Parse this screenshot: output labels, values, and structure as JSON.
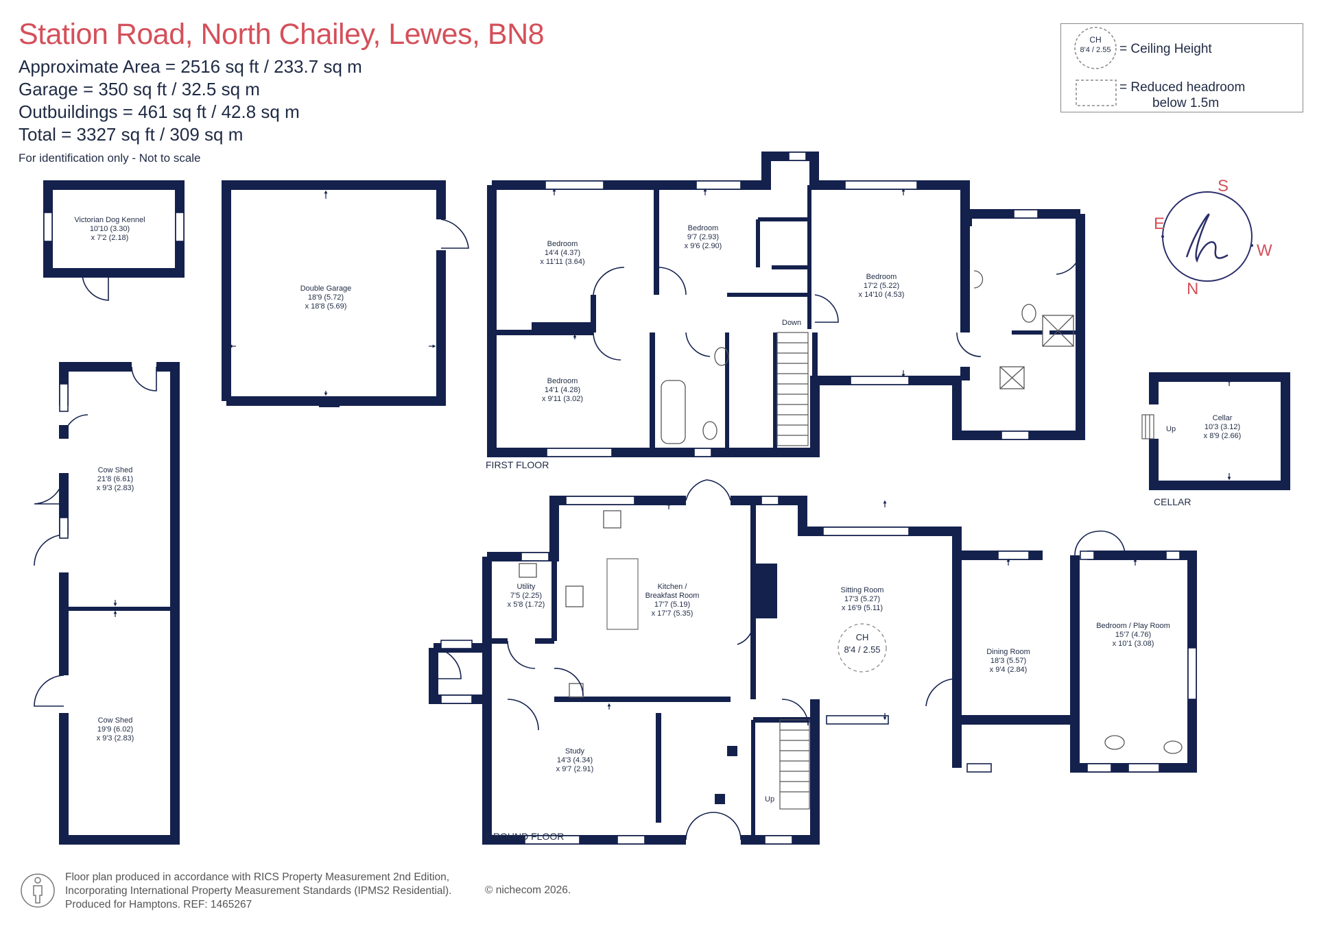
{
  "header": {
    "title": "Station Road, North Chailey, Lewes, BN8",
    "approx_area": "Approximate Area = 2516 sq ft / 233.7 sq m",
    "garage": "Garage = 350 sq ft / 32.5 sq m",
    "outbuildings": "Outbuildings = 461 sq ft / 42.8 sq m",
    "total": "Total = 3327 sq ft / 309 sq m",
    "note": "For identification only - Not to scale"
  },
  "legend": {
    "ch_top": "CH",
    "ch_bottom": "8'4 / 2.55",
    "ceiling_label": "= Ceiling Height",
    "reduced_label": "= Reduced headroom",
    "reduced_sub": "below 1.5m"
  },
  "compass": {
    "s": "S",
    "e": "E",
    "w": "W",
    "n": "N",
    "logo": "h"
  },
  "floors": {
    "first": "FIRST FLOOR",
    "ground": "GROUND FLOOR",
    "cellar": "CELLAR"
  },
  "rooms": {
    "kennel": {
      "name": "Victorian Dog Kennel",
      "dim1": "10'10 (3.30)",
      "dim2": "x 7'2 (2.18)"
    },
    "garage": {
      "name": "Double Garage",
      "dim1": "18'9 (5.72)",
      "dim2": "x 18'8 (5.69)"
    },
    "cowshed1": {
      "name": "Cow Shed",
      "dim1": "21'8 (6.61)",
      "dim2": "x 9'3 (2.83)"
    },
    "cowshed2": {
      "name": "Cow Shed",
      "dim1": "19'9 (6.02)",
      "dim2": "x 9'3 (2.83)"
    },
    "bed1": {
      "name": "Bedroom",
      "dim1": "14'4 (4.37)",
      "dim2": "x 11'11 (3.64)"
    },
    "bed2": {
      "name": "Bedroom",
      "dim1": "9'7 (2.93)",
      "dim2": "x 9'6 (2.90)"
    },
    "bed3": {
      "name": "Bedroom",
      "dim1": "17'2 (5.22)",
      "dim2": "x 14'10 (4.53)"
    },
    "bed4": {
      "name": "Bedroom",
      "dim1": "14'1 (4.28)",
      "dim2": "x 9'11 (3.02)"
    },
    "cellar": {
      "name": "Cellar",
      "dim1": "10'3 (3.12)",
      "dim2": "x 8'9 (2.66)"
    },
    "utility": {
      "name": "Utility",
      "dim1": "7'5 (2.25)",
      "dim2": "x 5'8 (1.72)"
    },
    "kitchen": {
      "name": "Kitchen /",
      "name2": "Breakfast Room",
      "dim1": "17'7 (5.19)",
      "dim2": "x 17'7 (5.35)"
    },
    "sitting": {
      "name": "Sitting Room",
      "dim1": "17'3 (5.27)",
      "dim2": "x 16'9 (5.11)"
    },
    "dining": {
      "name": "Dining Room",
      "dim1": "18'3 (5.57)",
      "dim2": "x 9'4 (2.84)"
    },
    "playroom": {
      "name": "Bedroom / Play Room",
      "dim1": "15'7 (4.76)",
      "dim2": "x 10'1 (3.08)"
    },
    "study": {
      "name": "Study",
      "dim1": "14'3 (4.34)",
      "dim2": "x 9'7 (2.91)"
    }
  },
  "ceiling_height": {
    "top": "CH",
    "bottom": "8'4 / 2.55"
  },
  "stairs": {
    "down": "Down",
    "up": "Up",
    "up_cellar": "Up"
  },
  "footer": {
    "line1": "Floor plan produced in accordance with RICS Property Measurement 2nd Edition,",
    "line2": "Incorporating International Property Measurement Standards (IPMS2 Residential).",
    "line3": "Produced for Hamptons.   REF:  1465267",
    "copyright": "© nichecom 2026."
  },
  "colors": {
    "wall": "#14214d",
    "title": "#d4505a",
    "text": "#1f2a44"
  }
}
